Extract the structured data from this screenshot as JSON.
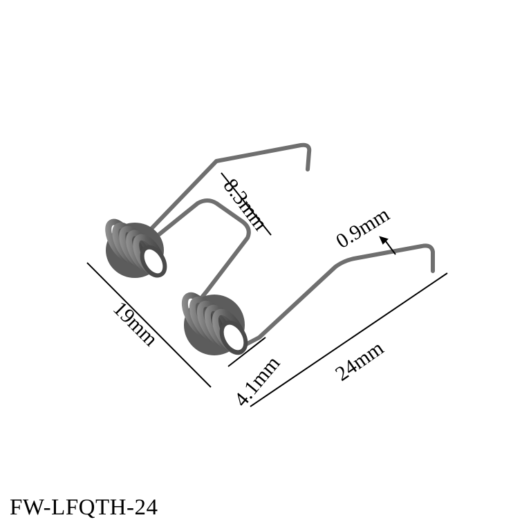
{
  "product": {
    "model_code": "FW-LFQTH-24",
    "object": "torsion-spring"
  },
  "dimensions": {
    "top_leg": "8.3mm",
    "wire_diameter": "0.9mm",
    "height": "19mm",
    "coil_length": "4.1mm",
    "total_width": "24mm"
  },
  "colors": {
    "background": "#ffffff",
    "wire": "#6f6f6f",
    "coil_dark": "#4a4a4a",
    "text": "#000000"
  }
}
